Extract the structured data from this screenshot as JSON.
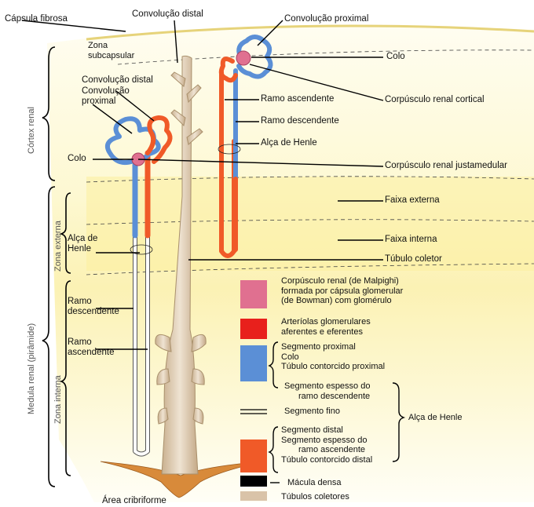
{
  "labels": {
    "capsula_fibrosa": "Cápsula fibrosa",
    "convolucao_distal_top": "Convolução distal",
    "convolucao_proximal_top": "Convolução proximal",
    "zona_subcapsular": [
      "Zona",
      "subcapsular"
    ],
    "colo_right": "Colo",
    "convolucao_distal_left": "Convolução distal",
    "convolucao_proximal_left": [
      "Convolução",
      "proximal"
    ],
    "ramo_ascendente_right": "Ramo ascendente",
    "corpusculo_renal_cortical": "Corpúsculo renal cortical",
    "ramo_descendente_right": "Ramo descendente",
    "alca_de_henle_right": "Alça de Henle",
    "colo_left": "Colo",
    "corpusculo_renal_justamedular": "Corpúsculo renal justamedular",
    "faixa_externa": "Faixa externa",
    "faixa_interna": "Faixa interna",
    "alca_de_henle_left": [
      "Alça de",
      "Henle"
    ],
    "tubulo_coletor": "Túbulo coletor",
    "ramo_descendente_left": [
      "Ramo",
      "descendente"
    ],
    "ramo_ascendente_left": [
      "Ramo",
      "ascendente"
    ],
    "area_cribriforme": "Área cribriforme"
  },
  "vertical_labels": {
    "cortex_renal": "Córtex renal",
    "zona_externa": "Zona externa",
    "zona_interna": "Zona interna",
    "medula_renal": "Medula renal (pirâmide)"
  },
  "legend": {
    "corpusculo": [
      "Corpúsculo renal (de Malpighi)",
      "formada por cápsula glomerular",
      "(de Bowman) com glomérulo"
    ],
    "arteriolas": [
      "Arteríolas glomerulares",
      "aferentes e eferentes"
    ],
    "segmento_proximal": [
      "Segmento proximal",
      "Colo",
      "Túbulo contorcido proximal"
    ],
    "segmento_espesso_desc": [
      "Segmento espesso do",
      "ramo descendente"
    ],
    "segmento_fino": "Segmento fino",
    "alca_de_henle": "Alça de Henle",
    "segmento_distal": [
      "Segmento distal",
      "Segmento espesso do",
      "ramo ascendente",
      "Túbulo contorcido distal"
    ],
    "macula_densa": "Mácula densa",
    "tubulos_coletores": "Túbulos coletores"
  },
  "colors": {
    "corpusculo": "#e07090",
    "arteriolas": "#e8201c",
    "proximal": "#5b8fd6",
    "distal": "#f05a28",
    "macula": "#000000",
    "coletor": "#d9c3a8",
    "cortex_bg": "#fdf6c8",
    "medulla_bg": "#fbeea0"
  }
}
